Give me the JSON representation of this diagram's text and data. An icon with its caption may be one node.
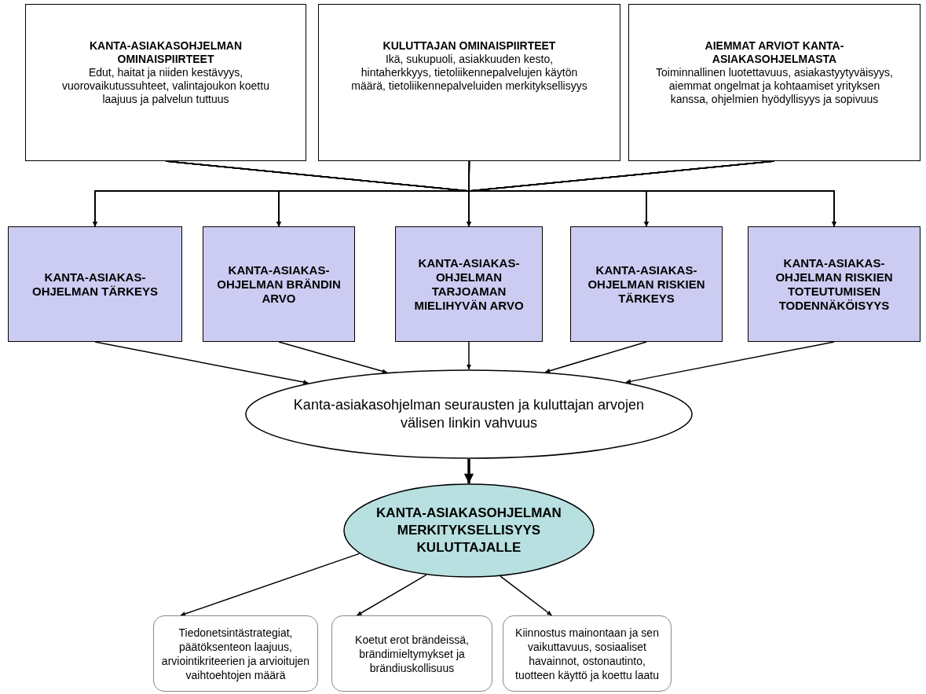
{
  "diagram": {
    "nodes": [
      {
        "text": [
          "KANTA-ASIAKASOHJELMAN OMINAISPIIRTEET",
          "Edut, haitat ja niiden kestävyys, vuorovaikutussuhteet, valintajoukon koettu laajuus ja palvelun tuttuus"
        ]
      },
      {
        "text": [
          "KULUTTAJAN OMINAISPIIRTEET",
          "Ikä, sukupuoli, asiakkuuden kesto, hintaherkkyys, tietoliikennepalvelujen käytön määrä, tietoliikennepalveluiden merkityksellisyys"
        ]
      },
      {
        "text": [
          "AIEMMAT ARVIOT KANTA-ASIAKASOHJELMASTA",
          "Toiminnallinen luotettavuus, asiakastyytyväisyys, aiemmat ongelmat ja kohtaamiset yrityksen kanssa, ohjelmien hyödyllisyys ja sopivuus"
        ]
      },
      {
        "text": [
          "KANTA-ASIAKAS-OHJELMAN TÄRKEYS"
        ]
      },
      {
        "text": [
          "KANTA-ASIAKAS-OHJELMAN BRÄNDIN ARVO"
        ]
      },
      {
        "text": [
          "KANTA-ASIAKAS-OHJELMAN TARJOAMAN MIELIHYVÄN ARVO"
        ]
      },
      {
        "text": [
          "KANTA-ASIAKAS-OHJELMAN RISKIEN TÄRKEYS"
        ]
      },
      {
        "text": [
          "KANTA-ASIAKAS-OHJELMAN RISKIEN TOTEUTUMISEN TODENNÄKÖISYYS"
        ]
      },
      {
        "text": [
          "Kanta-asiakasohjelman seurausten ja kuluttajan arvojen välisen linkin vahvuus"
        ]
      },
      {
        "text": [
          "KANTA-ASIAKASOHJELMAN MERKITYKSELLISYYS KULUTTAJALLE"
        ]
      },
      {
        "text": [
          "Tiedonetsintästrategiat, päätöksenteon laajuus, arviointikriteerien ja arvioitujen vaihtoehtojen määrä"
        ]
      },
      {
        "text": [
          "Koetut erot brändeissä, brändimieltymykset ja brändiuskollisuus"
        ]
      },
      {
        "text": [
          "Kiinnostus mainontaan ja sen vaikuttavuus, sosiaaliset havainnot, ostonautinto, tuotteen käyttö ja koettu laatu"
        ]
      }
    ],
    "edges": [
      {
        "from": 0,
        "to": 3,
        "arrow": "to"
      },
      {
        "from": 0,
        "to": 4,
        "arrow": "to"
      },
      {
        "from": 0,
        "to": 5,
        "arrow": "to"
      },
      {
        "from": 0,
        "to": 6,
        "arrow": "to"
      },
      {
        "from": 0,
        "to": 7,
        "arrow": "to"
      },
      {
        "from": 1,
        "to": 3,
        "arrow": "to"
      },
      {
        "from": 1,
        "to": 4,
        "arrow": "to"
      },
      {
        "from": 1,
        "to": 5,
        "arrow": "to"
      },
      {
        "from": 1,
        "to": 6,
        "arrow": "to"
      },
      {
        "from": 1,
        "to": 7,
        "arrow": "to"
      },
      {
        "from": 2,
        "to": 3,
        "arrow": "to"
      },
      {
        "from": 2,
        "to": 4,
        "arrow": "to"
      },
      {
        "from": 2,
        "to": 5,
        "arrow": "to"
      },
      {
        "from": 2,
        "to": 6,
        "arrow": "to"
      },
      {
        "from": 2,
        "to": 7,
        "arrow": "to"
      },
      {
        "from": 3,
        "to": 8,
        "arrow": "to"
      },
      {
        "from": 4,
        "to": 8,
        "arrow": "to"
      },
      {
        "from": 5,
        "to": 8,
        "arrow": "to"
      },
      {
        "from": 6,
        "to": 8,
        "arrow": "to"
      },
      {
        "from": 7,
        "to": 8,
        "arrow": "to"
      },
      {
        "from": 8,
        "to": 9,
        "arrow": "to",
        "style": "thick"
      },
      {
        "from": 9,
        "to": 10,
        "arrow": "to"
      },
      {
        "from": 9,
        "to": 11,
        "arrow": "to"
      },
      {
        "from": 9,
        "to": 12,
        "arrow": "to"
      }
    ]
  }
}
